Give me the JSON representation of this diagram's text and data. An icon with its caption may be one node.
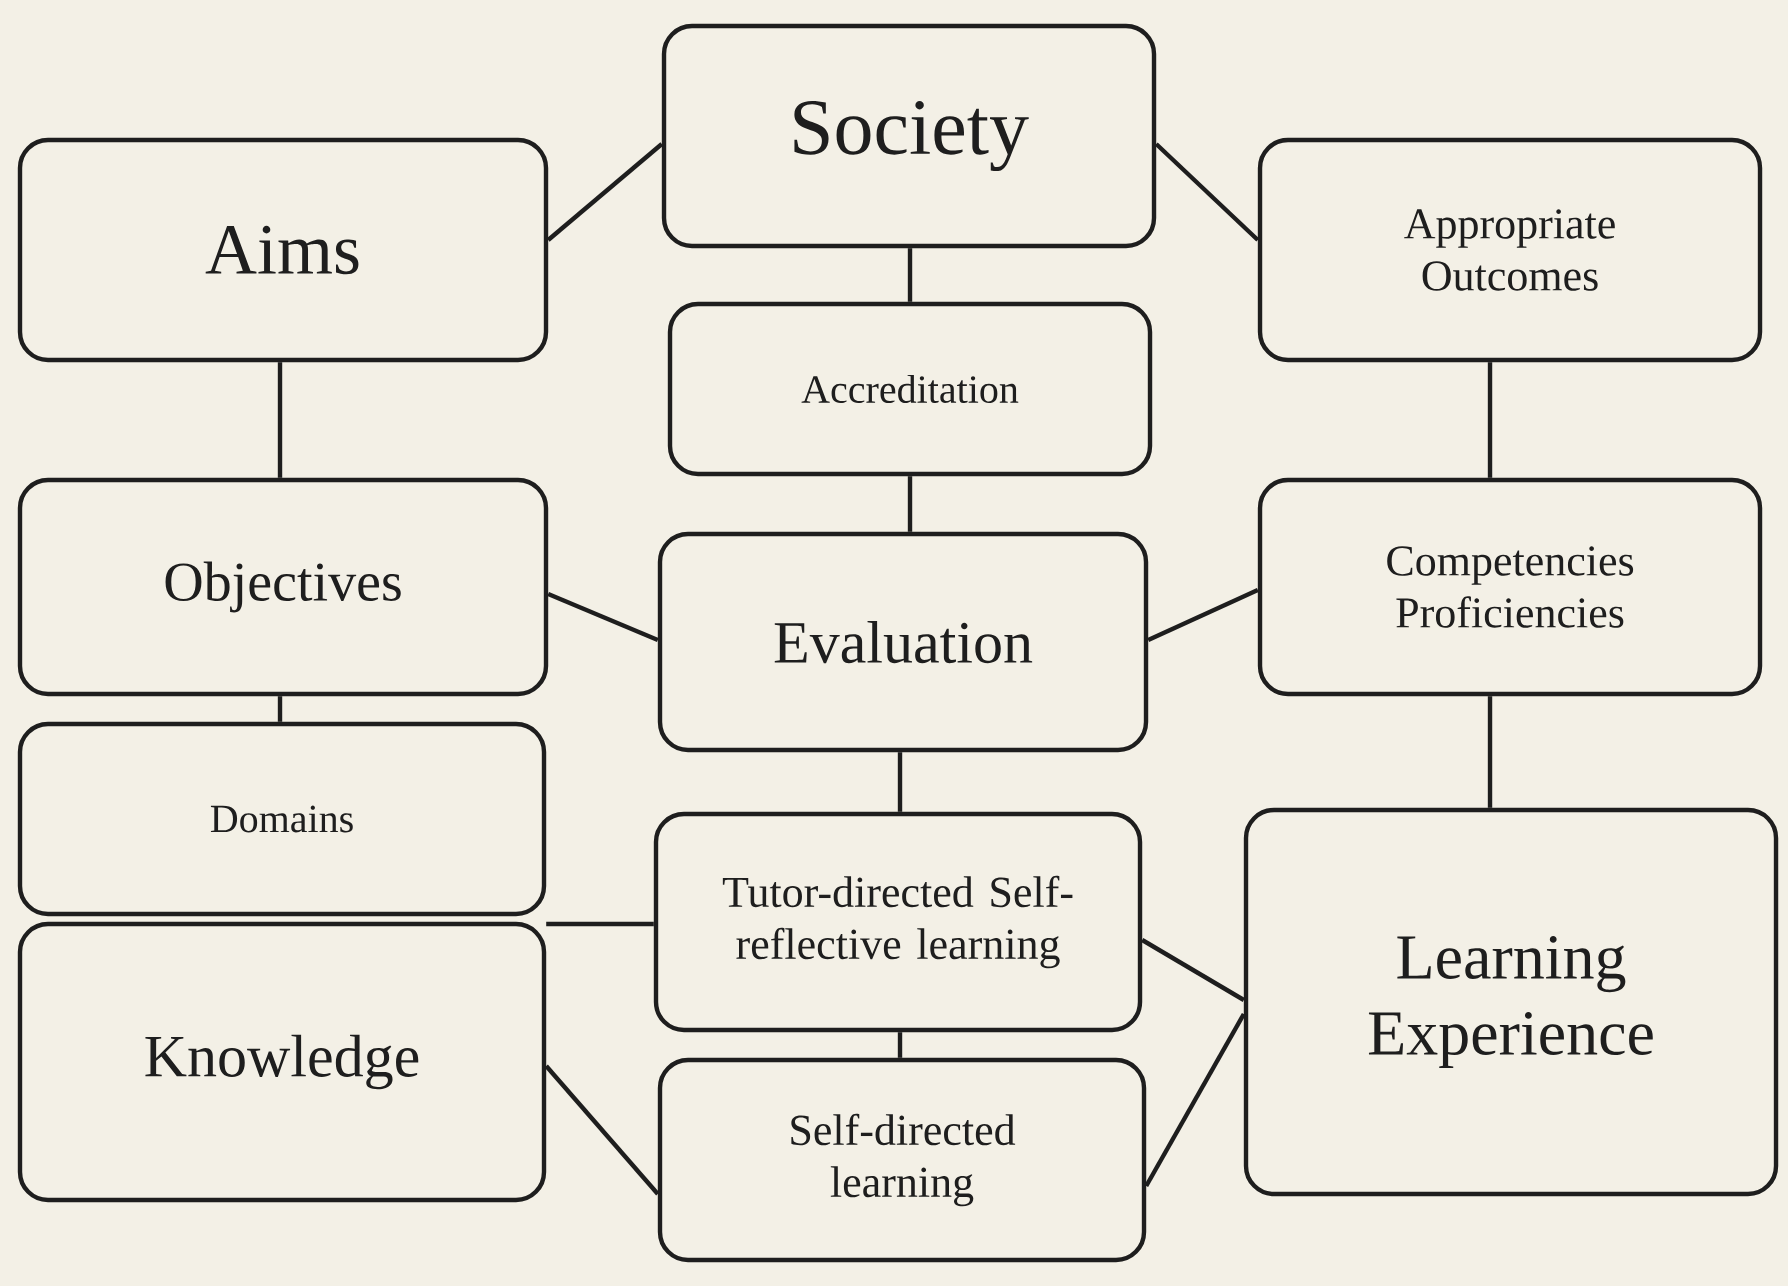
{
  "diagram": {
    "nodes": [
      {
        "text": [
          "Society"
        ]
      },
      {
        "text": [
          "Aims"
        ]
      },
      {
        "text": [
          "Appropriate Outcomes"
        ]
      },
      {
        "text": [
          "Accreditation"
        ]
      },
      {
        "text": [
          "Objectives"
        ]
      },
      {
        "text": [
          "Competencies Proficiencies"
        ]
      },
      {
        "text": [
          "Evaluation"
        ]
      },
      {
        "text": [
          "Domains"
        ]
      },
      {
        "text": [
          "Tutor-directed Self-reflective learning"
        ]
      },
      {
        "text": [
          "Learning Experience"
        ]
      },
      {
        "text": [
          "Knowledge"
        ]
      },
      {
        "text": [
          "Self-directed learning"
        ]
      }
    ],
    "edges": [
      {
        "from": 1,
        "to": 0,
        "arrow": "none"
      },
      {
        "from": 0,
        "to": 2,
        "arrow": "none"
      },
      {
        "from": 0,
        "to": 3,
        "arrow": "none"
      },
      {
        "from": 1,
        "to": 4,
        "arrow": "none"
      },
      {
        "from": 3,
        "to": 6,
        "arrow": "none"
      },
      {
        "from": 2,
        "to": 5,
        "arrow": "none"
      },
      {
        "from": 4,
        "to": 6,
        "arrow": "none"
      },
      {
        "from": 6,
        "to": 5,
        "arrow": "none"
      },
      {
        "from": 4,
        "to": 7,
        "arrow": "none"
      },
      {
        "from": 6,
        "to": 8,
        "arrow": "none"
      },
      {
        "from": 5,
        "to": 9,
        "arrow": "none"
      },
      {
        "from": 10,
        "to": 8,
        "arrow": "none"
      },
      {
        "from": 8,
        "to": 9,
        "arrow": "none"
      },
      {
        "from": 10,
        "to": 11,
        "arrow": "none"
      },
      {
        "from": 8,
        "to": 11,
        "arrow": "none"
      },
      {
        "from": 11,
        "to": 9,
        "arrow": "none"
      }
    ]
  }
}
